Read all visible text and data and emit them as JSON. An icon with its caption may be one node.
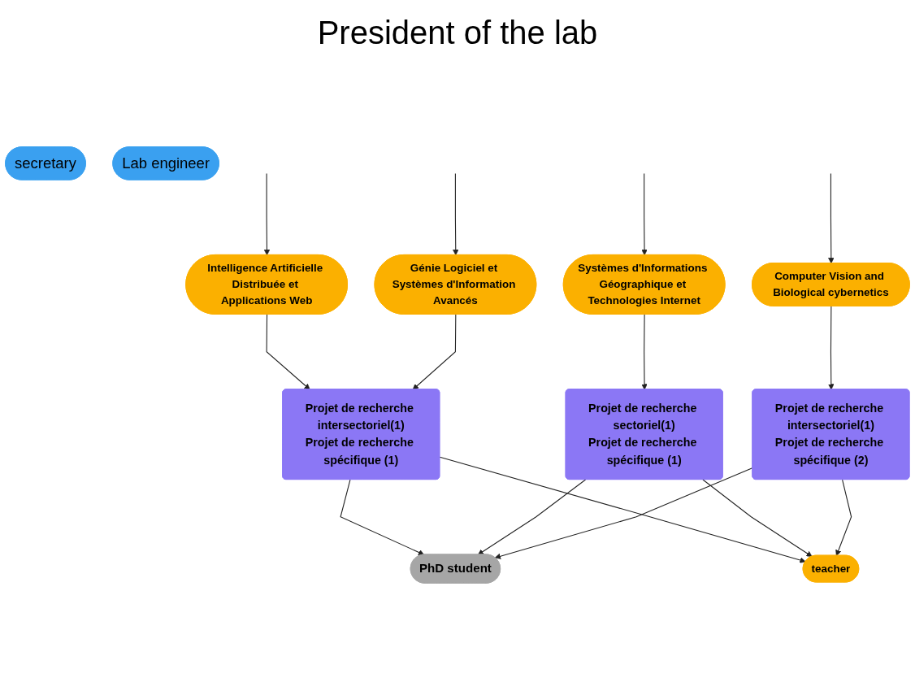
{
  "diagram": {
    "title": "President of the lab",
    "nodes": [
      {
        "text": [
          "secretary"
        ]
      },
      {
        "text": [
          "Lab engineer"
        ]
      },
      {
        "text": [
          "Intelligence Artificielle Distribuée et Applications Web"
        ]
      },
      {
        "text": [
          "Génie Logiciel et Systèmes d'Information Avancés"
        ]
      },
      {
        "text": [
          "Systèmes d'Informations Géographique et Technologies Internet"
        ]
      },
      {
        "text": [
          "Computer Vision and Biological cybernetics"
        ]
      },
      {
        "text": [
          "Projet de recherche intersectoriel(1)",
          "Projet de recherche spécifique (1)"
        ]
      },
      {
        "text": [
          "Projet de recherche sectoriel(1)",
          "Projet de recherche spécifique (1)"
        ]
      },
      {
        "text": [
          "Projet de recherche intersectoriel(1)",
          "Projet de recherche spécifique (2)"
        ]
      },
      {
        "text": [
          "PhD student"
        ]
      },
      {
        "text": [
          "teacher"
        ]
      }
    ],
    "edges": [
      {
        "from": null,
        "to": 2,
        "arrow": "to"
      },
      {
        "from": null,
        "to": 3,
        "arrow": "to"
      },
      {
        "from": null,
        "to": 4,
        "arrow": "to"
      },
      {
        "from": null,
        "to": 5,
        "arrow": "to"
      },
      {
        "from": 2,
        "to": 6,
        "arrow": "to"
      },
      {
        "from": 3,
        "to": 6,
        "arrow": "to"
      },
      {
        "from": 4,
        "to": 7,
        "arrow": "to"
      },
      {
        "from": 5,
        "to": 8,
        "arrow": "to"
      },
      {
        "from": 6,
        "to": 9,
        "arrow": "to"
      },
      {
        "from": 6,
        "to": 10,
        "arrow": "to"
      },
      {
        "from": 7,
        "to": 9,
        "arrow": "to"
      },
      {
        "from": 7,
        "to": 10,
        "arrow": "to"
      },
      {
        "from": 8,
        "to": 9,
        "arrow": "to"
      },
      {
        "from": 8,
        "to": 10,
        "arrow": "to"
      }
    ]
  }
}
